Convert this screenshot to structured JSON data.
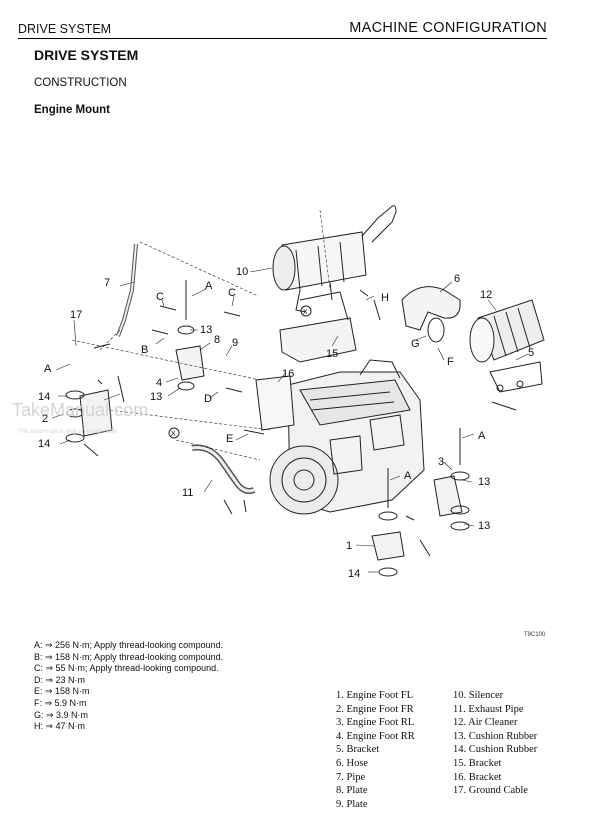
{
  "header": {
    "left": "DRIVE SYSTEM",
    "right": "MACHINE CONFIGURATION"
  },
  "page_title": "DRIVE SYSTEM",
  "section": "CONSTRUCTION",
  "subsection": "Engine Mount",
  "figure_code": "T9C100",
  "watermark": {
    "main": "TakeManual.com",
    "sub": "The watermark is only on the preview"
  },
  "callouts": {
    "n1": "1",
    "n2": "2",
    "n3": "3",
    "n4": "4",
    "n5": "5",
    "n6": "6",
    "n7": "7",
    "n8": "8",
    "n9": "9",
    "n10": "10",
    "n11": "11",
    "n12": "12",
    "n13a": "13",
    "n13b": "13",
    "n13c": "13",
    "n13d": "13",
    "n14a": "14",
    "n14b": "14",
    "n14c": "14",
    "n15": "15",
    "n16": "16",
    "n17": "17",
    "lA1": "A",
    "lA2": "A",
    "lA3": "A",
    "lA4": "A",
    "lB": "B",
    "lC1": "C",
    "lC2": "C",
    "lD": "D",
    "lE": "E",
    "lF": "F",
    "lG": "G",
    "lH": "H",
    "lX1": "X",
    "lX2": "X"
  },
  "torque_specs": [
    "A: ⇒ 256 N·m; Apply thread-looking compound.",
    "B: ⇒ 158 N·m; Apply thread-looking compound.",
    "C: ⇒ 55 N·m; Apply thread-looking compound.",
    "D: ⇒ 23 N·m",
    "E: ⇒ 158 N·m",
    "F: ⇒ 5.9 N·m",
    "G: ⇒ 3.9 N·m",
    "H: ⇒ 47 N·m"
  ],
  "parts_left": [
    "1. Engine Foot FL",
    "2. Engine Foot FR",
    "3. Engine Foot RL",
    "4. Engine Foot RR",
    "5. Bracket",
    "6. Hose",
    "7. Pipe",
    "8. Plate",
    "9. Plate"
  ],
  "parts_right": [
    "10. Silencer",
    "11. Exhaust Pipe",
    "12. Air Cleaner",
    "13. Cushion Rubber",
    "14. Cushion Rubber",
    "15. Bracket",
    "16. Bracket",
    "17. Ground Cable"
  ]
}
